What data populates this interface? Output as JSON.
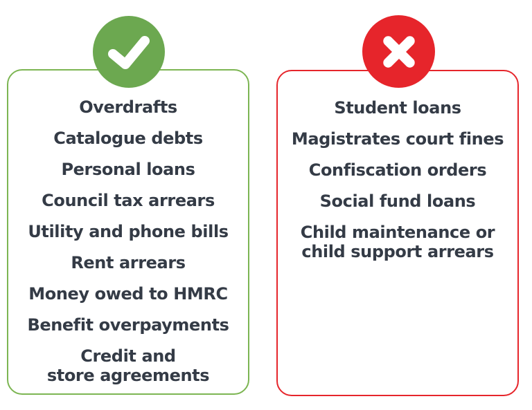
{
  "page": {
    "background_color": "#ffffff",
    "text_color": "#343B46"
  },
  "cards": [
    {
      "name": "included-debts",
      "icon": "check",
      "badge_color": "#6CA850",
      "border_color": "#7CB552",
      "icon_stroke_color": "#ffffff",
      "items": [
        "Overdrafts",
        "Catalogue debts",
        "Personal loans",
        "Council tax arrears",
        "Utility and phone bills",
        "Rent arrears",
        "Money owed to HMRC",
        "Benefit overpayments",
        "Credit and store agreements"
      ]
    },
    {
      "name": "excluded-debts",
      "icon": "cross",
      "badge_color": "#E6252B",
      "border_color": "#E6252B",
      "icon_stroke_color": "#ffffff",
      "items": [
        "Student loans",
        "Magistrates court fines",
        "Confiscation orders",
        "Social fund loans",
        "Child maintenance or child support arrears"
      ]
    }
  ]
}
